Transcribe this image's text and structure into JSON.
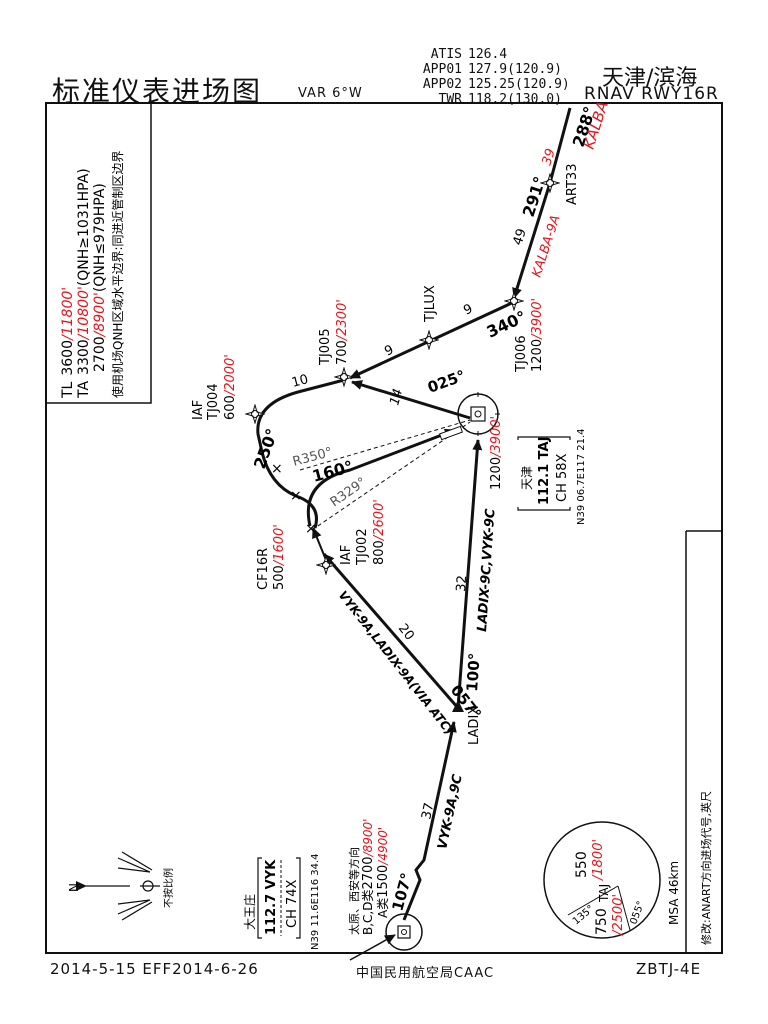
{
  "header": {
    "title": "标准仪表进场图",
    "var": "VAR 6°W",
    "frequencies": [
      {
        "label": "ATIS",
        "value": "126.4"
      },
      {
        "label": "APP01",
        "value": "127.9(120.9)"
      },
      {
        "label": "APP02",
        "value": "125.25(120.9)"
      },
      {
        "label": "TWR",
        "value": "118.2(130.0)"
      }
    ],
    "airport": "天津/滨海",
    "procedure": "RNAV RWY16R"
  },
  "transition": {
    "tl_label": "TL",
    "tl_value": "3600",
    "tl_ft": "/11800'",
    "ta_label": "TA",
    "ta_value_1": "3300",
    "ta_ft_1": "/10800'",
    "ta_cond_1": "(QNH≥1031HPA)",
    "ta_value_2": "2700",
    "ta_ft_2": "/8900'",
    "ta_cond_2": "(QNH≤979HPA)",
    "note": "使用机场QNH区域水平边界:同进近管制区边界"
  },
  "waypoints": {
    "kalba": "KALBA",
    "art33": "ART33",
    "tj006": "TJ006",
    "tj006_alt": "1200",
    "tj006_alt_ft": "/3900'",
    "tjlux": "TJLUX",
    "tj005": "TJ005",
    "tj005_alt": "700",
    "tj005_alt_ft": "/2300'",
    "tj004_iaf": "IAF",
    "tj004": "TJ004",
    "tj004_alt": "600",
    "tj004_alt_ft": "/2000'",
    "cf16r": "CF16R",
    "cf16r_alt": "500",
    "cf16r_alt_ft": "/1600'",
    "tj002_iaf": "IAF",
    "tj002": "TJ002",
    "tj002_alt": "800",
    "tj002_alt_ft": "/2600'",
    "ladix": "LADIX",
    "taj_alt": "1200",
    "taj_alt_ft": "/3900'"
  },
  "legs": {
    "kalba_art33_course": "288°",
    "kalba_art33_dist": "39",
    "art33_tj006_course": "291°",
    "art33_tj006_dist": "49",
    "kalba_9a": "KALBA-9A",
    "tj006_tjlux_course": "340°",
    "tj006_tjlux_dist": "9",
    "tjlux_tj005_dist": "9",
    "tj005_tj004_dist": "10",
    "turn_250": "250°",
    "r350": "R350°",
    "turn_160": "160°",
    "r329": "R329°",
    "taj_tj005_dist": "14",
    "taj_course_025": "025°",
    "ladix_taj_dist": "32",
    "ladix_9c": "LADIX-9C,VYK-9C",
    "ladix_taj_course": "100°",
    "ladix_tj002_course": "057°",
    "ladix_tj002_dist": "20",
    "vyk_9a_label": "VYK-9A,LADIX-9A(VIA ATC)",
    "vyk_ladix_dist": "37",
    "vyk_9ac": "VYK-9A,9C",
    "vyk_course": "107°"
  },
  "navaids": {
    "taj_city": "天津",
    "taj_freq": "112.1 TAJ",
    "taj_ch": "CH 58X",
    "taj_coord": "N39 06.7E117 21.4",
    "vyk_city": "大王庄",
    "vyk_freq": "112.7 VYK",
    "vyk_ch": "CH 74X",
    "vyk_coord": "N39 11.6E116 34.4",
    "vyk_note": "太原、西安等方向",
    "vyk_bcd": "B,C,D类",
    "vyk_bcd_alt": "2700",
    "vyk_bcd_ft": "/8900'",
    "vyk_a": "A类",
    "vyk_a_alt": "1500",
    "vyk_a_ft": "/4900'"
  },
  "legend": {
    "north": "N",
    "scale_note": "不按比例"
  },
  "msa": {
    "top_alt": "550",
    "top_ft": "/1800'",
    "bottom_alt": "750",
    "bottom_ft": "/2500'",
    "station": "TAJ",
    "bearing_135": "135°",
    "bearing_055": "055°",
    "label": "MSA 46km"
  },
  "revision": {
    "note": "修改:ANART方向进场代号,英尺"
  },
  "footer": {
    "dates": "2014-5-15 EFF2014-6-26",
    "authority": "中国民用航空局CAAC",
    "chart_id": "ZBTJ-4E"
  },
  "colors": {
    "altitude_ft": "#e3141b",
    "ink": "#111111"
  }
}
